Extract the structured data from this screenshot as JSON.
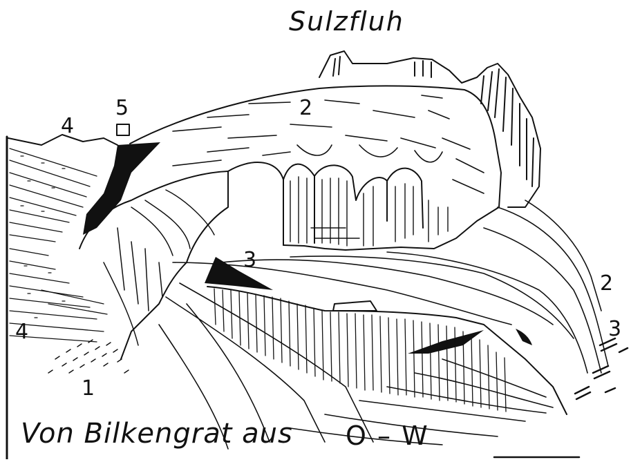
{
  "title": "Sulzfluh",
  "caption": "Von Bilkengrat aus",
  "orientation": "O – W",
  "labels": [
    "1",
    "2",
    "2",
    "3",
    "3",
    "4",
    "4",
    "5"
  ],
  "colors": {
    "ink": "#111111",
    "paper": "#ffffff"
  }
}
